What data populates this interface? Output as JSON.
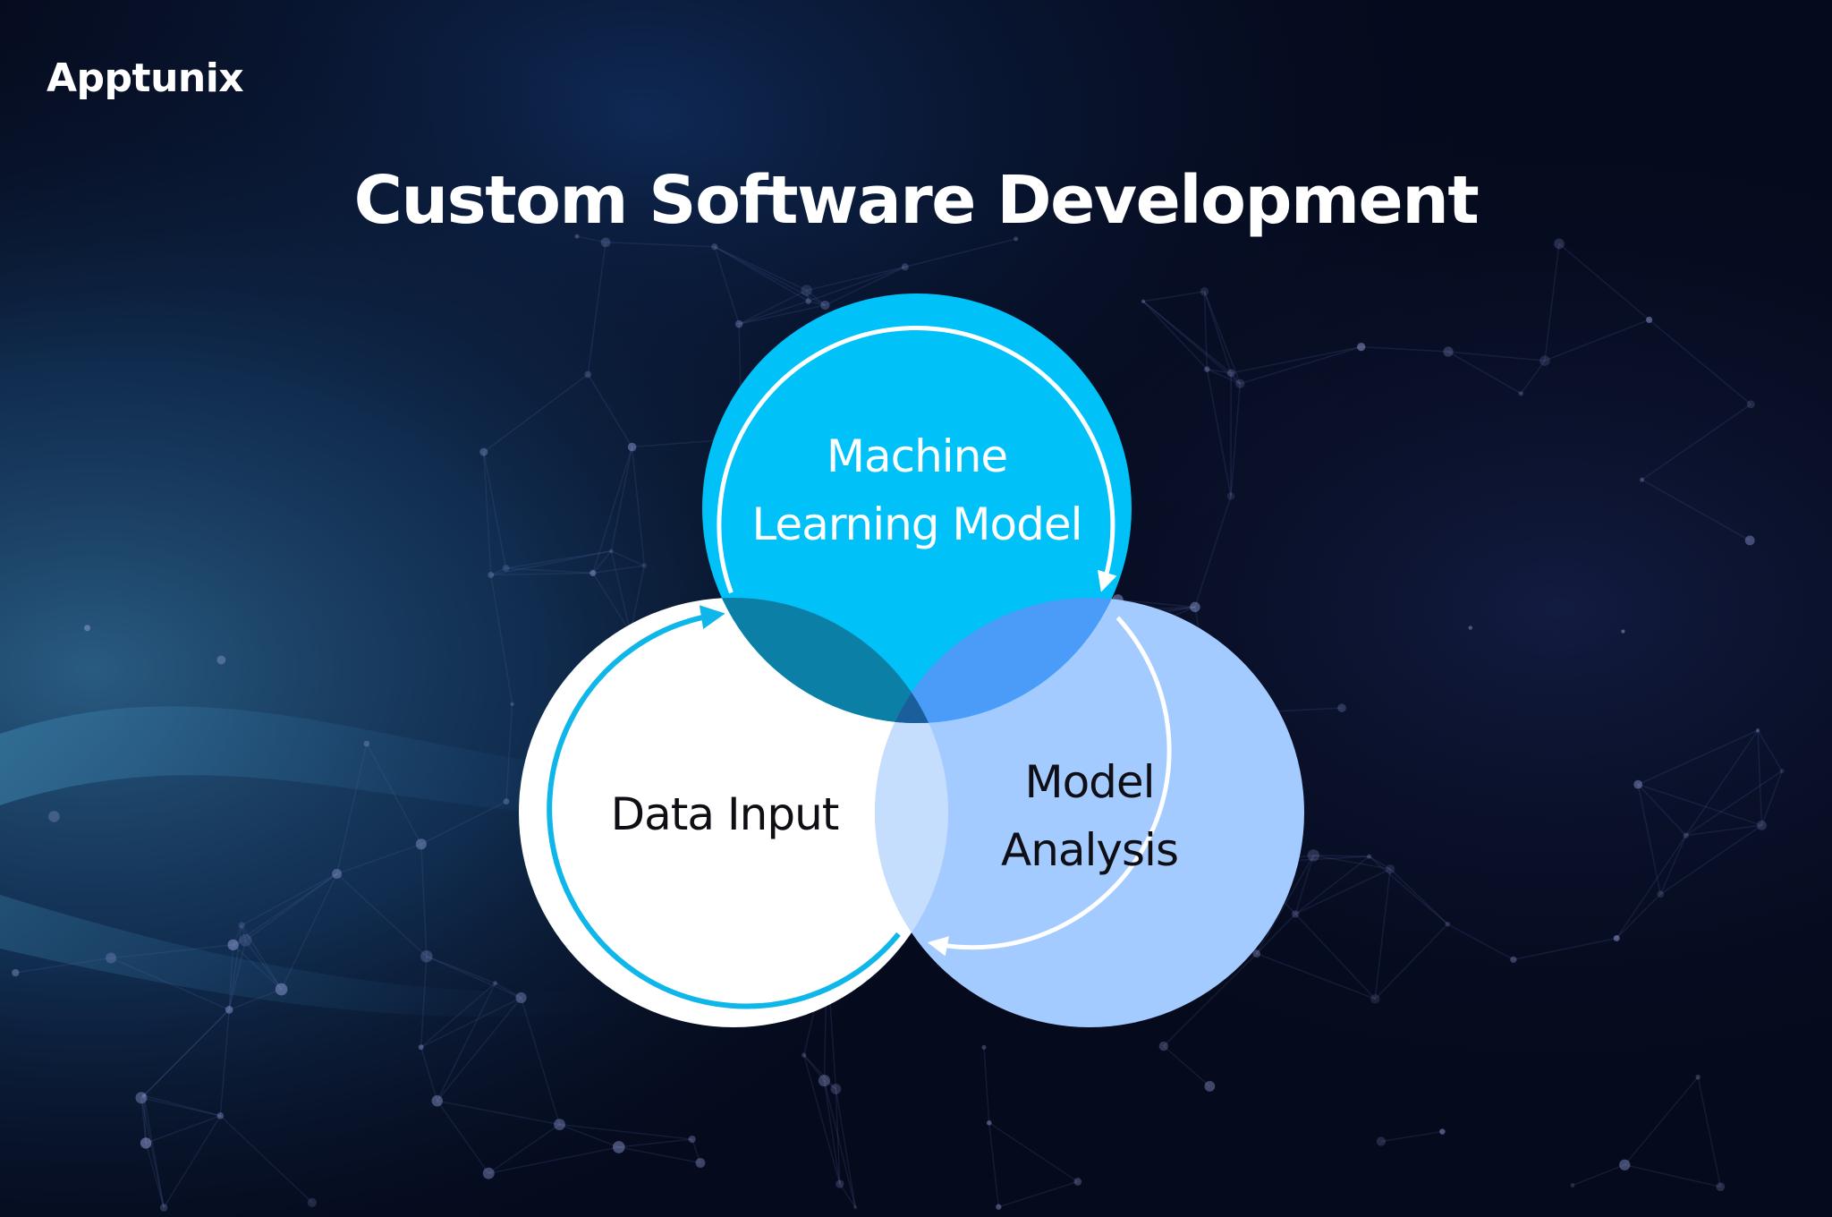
{
  "brand": {
    "name": "Apptunix"
  },
  "title": "Custom Software Development",
  "nodes": [
    {
      "id": "ml",
      "lines": [
        "Machine",
        "Learning Model"
      ],
      "color": "#00c2f8",
      "text_color": "#ffffff"
    },
    {
      "id": "data",
      "lines": [
        "Data Input"
      ],
      "color": "#ffffff",
      "text_color": "#0e0e14"
    },
    {
      "id": "analysis",
      "lines": [
        "Model",
        "Analysis"
      ],
      "color": "#a4cbff",
      "text_color": "#0e0e14"
    }
  ],
  "colors": {
    "overlap_ml_data": "#0b7fa6",
    "overlap_ml_analysis": "#4a9cf8",
    "overlap_data_analysis": "#c6defd",
    "center_overlap": "#1a5f9c",
    "ring_accent": "#0fb6ea",
    "background": "#050a1c"
  }
}
